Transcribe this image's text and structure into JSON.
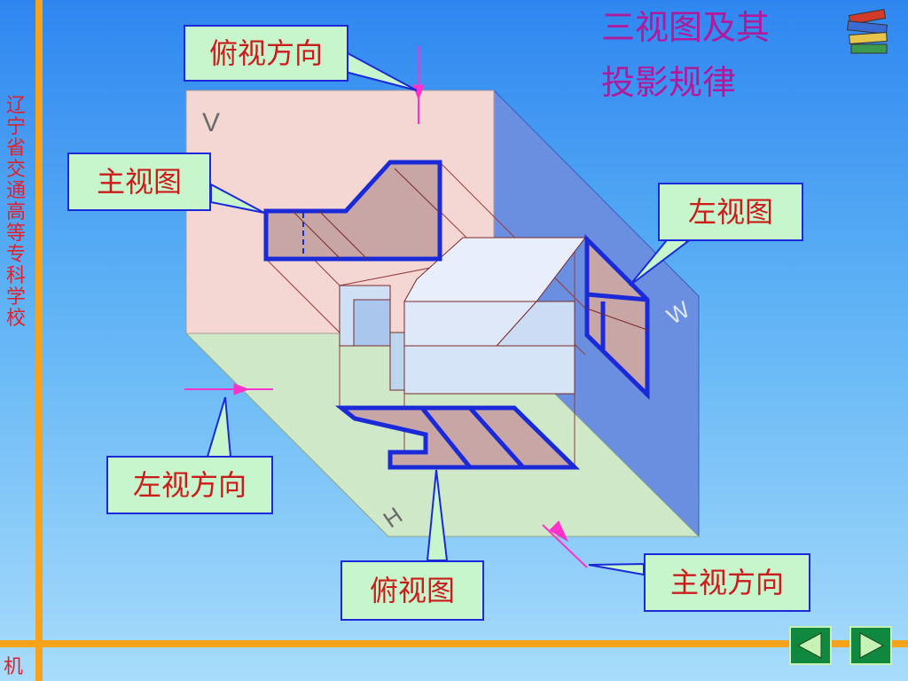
{
  "title": {
    "line1": "三视图及其",
    "line2": "投影规律"
  },
  "sidebar": {
    "school_chars": [
      "辽",
      "宁",
      "省",
      "交",
      "通",
      "高",
      "等",
      "专",
      "科",
      "学",
      "校"
    ],
    "corner_char": "机"
  },
  "callouts": {
    "top_direction": "俯视方向",
    "front_view": "主视图",
    "left_view": "左视图",
    "left_direction": "左视方向",
    "top_view": "俯视图",
    "front_direction": "主视方向"
  },
  "plane_labels": {
    "v": "V",
    "w": "W",
    "h": "H"
  },
  "colors": {
    "background_top": "#2f86f0",
    "accent_orange": "#f7a21b",
    "school_red": "#e0212b",
    "title_purple": "#b01a9b",
    "callout_fill": "#c8f6cc",
    "outline_blue": "#1a2ad8",
    "arrow_magenta": "#ff33cc"
  },
  "nav": {
    "prev_icon": "triangle-left-icon",
    "next_icon": "triangle-right-icon"
  },
  "decor": {
    "book_icon": "book-stack-icon"
  }
}
